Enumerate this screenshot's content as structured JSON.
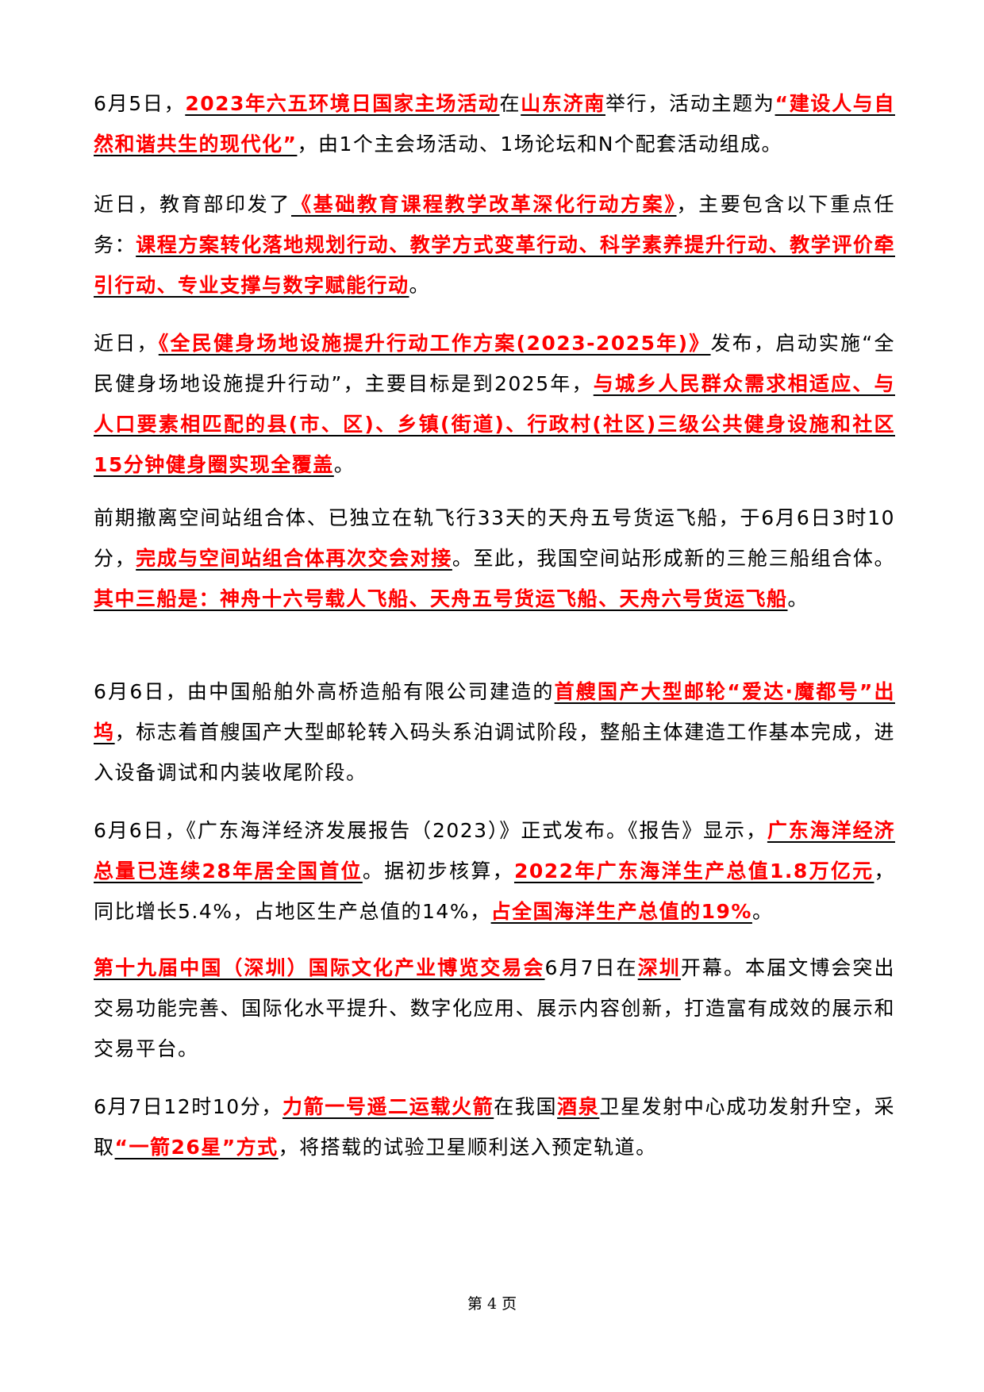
{
  "paragraphs": [
    {
      "segments": [
        {
          "text": "6月5日，",
          "hl": false
        },
        {
          "text": "2023年六五环境日国家主场活动",
          "hl": true
        },
        {
          "text": "在",
          "hl": false
        },
        {
          "text": "山东济南",
          "hl": true
        },
        {
          "text": "举行，活动主题为",
          "hl": false
        },
        {
          "text": "“建设人与自然和谐共生的现代化”",
          "hl": true
        },
        {
          "text": "，由1个主会场活动、1场论坛和N个配套活动组成。",
          "hl": false
        }
      ]
    },
    {
      "segments": [
        {
          "text": "近日，教育部印发了",
          "hl": false
        },
        {
          "text": "《基础教育课程教学改革深化行动方案》",
          "hl": true
        },
        {
          "text": "，主要包含以下重点任务：",
          "hl": false
        },
        {
          "text": "课程方案转化落地规划行动、教学方式变革行动、科学素养提升行动、教学评价牵引行动、专业支撑与数字赋能行动",
          "hl": true
        },
        {
          "text": "。",
          "hl": false
        }
      ]
    },
    {
      "segments": [
        {
          "text": "近日，",
          "hl": false
        },
        {
          "text": "《全民健身场地设施提升行动工作方案(2023-2025年)》",
          "hl": true
        },
        {
          "text": "发布，启动实施“全民健身场地设施提升行动”，主要目标是到2025年，",
          "hl": false
        },
        {
          "text": "与城乡人民群众需求相适应、与人口要素相匹配的县(市、区)、乡镇(街道)、行政村(社区)三级公共健身设施和社区15分钟健身圈实现全覆盖",
          "hl": true
        },
        {
          "text": "。",
          "hl": false
        }
      ]
    },
    {
      "segments": [
        {
          "text": "前期撤离空间站组合体、已独立在轨飞行33天的天舟五号货运飞船，于6月6日3时10分，",
          "hl": false
        },
        {
          "text": "完成与空间站组合体再次交会对接",
          "hl": true
        },
        {
          "text": "。至此，我国空间站形成新的三舱三船组合体。",
          "hl": false
        },
        {
          "text": "其中三船是：神舟十六号载人飞船、天舟五号货运飞船、天舟六号货运飞船",
          "hl": true
        },
        {
          "text": "。",
          "hl": false
        }
      ]
    },
    {
      "segments": [
        {
          "text": "6月6日，由中国船舶外高桥造船有限公司建造的",
          "hl": false
        },
        {
          "text": "首艘国产大型邮轮“爱达·魔都号”出坞",
          "hl": true
        },
        {
          "text": "，标志着首艘国产大型邮轮转入码头系泊调试阶段，整船主体建造工作基本完成，进入设备调试和内装收尾阶段。",
          "hl": false
        }
      ]
    },
    {
      "segments": [
        {
          "text": "6月6日，《广东海洋经济发展报告（2023）》正式发布。《报告》显示，",
          "hl": false
        },
        {
          "text": "广东海洋经济总量已连续28年居全国首位",
          "hl": true
        },
        {
          "text": "。据初步核算，",
          "hl": false
        },
        {
          "text": "2022年广东海洋生产总值1.8万亿元",
          "hl": true
        },
        {
          "text": "，同比增长5.4%，占地区生产总值的14%，",
          "hl": false
        },
        {
          "text": "占全国海洋生产总值的19%",
          "hl": true
        },
        {
          "text": "。",
          "hl": false
        }
      ]
    },
    {
      "segments": [
        {
          "text": "第十九届中国（深圳）国际文化产业博览交易会",
          "hl": true
        },
        {
          "text": "6月7日在",
          "hl": false
        },
        {
          "text": "深圳",
          "hl": true
        },
        {
          "text": "开幕。本届文博会突出交易功能完善、国际化水平提升、数字化应用、展示内容创新，打造富有成效的展示和交易平台。",
          "hl": false
        }
      ]
    },
    {
      "segments": [
        {
          "text": "6月7日12时10分，",
          "hl": false
        },
        {
          "text": "力箭一号遥二运载火箭",
          "hl": true
        },
        {
          "text": "在我国",
          "hl": false
        },
        {
          "text": "酒泉",
          "hl": true
        },
        {
          "text": "卫星发射中心成功发射升空，采取",
          "hl": false
        },
        {
          "text": "“一箭26星”方式",
          "hl": true
        },
        {
          "text": "，将搭载的试验卫星顺利送入预定轨道。",
          "hl": false
        }
      ]
    }
  ],
  "footer": {
    "page_label": "第 4 页"
  },
  "colors": {
    "highlight": "#ff0000",
    "text": "#000000",
    "background": "#ffffff"
  }
}
